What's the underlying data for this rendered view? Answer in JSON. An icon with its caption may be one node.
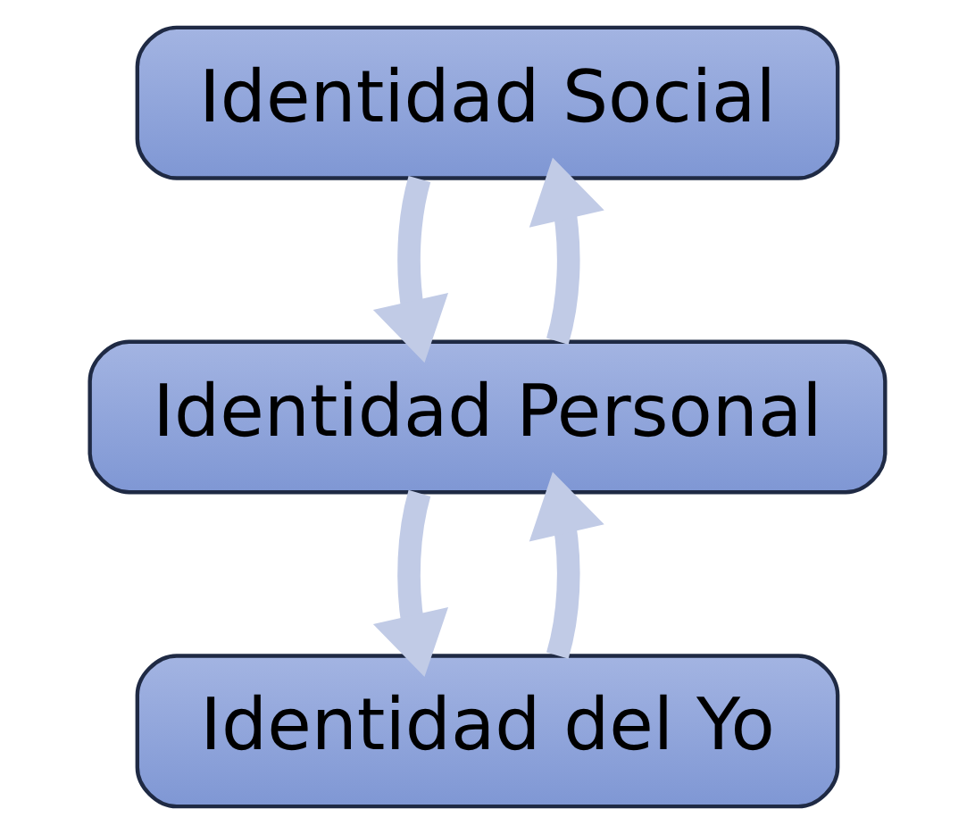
{
  "diagram": {
    "nodes": [
      {
        "text": [
          "Identidad Social"
        ]
      },
      {
        "text": [
          "Identidad Personal"
        ]
      },
      {
        "text": [
          "Identidad del Yo"
        ]
      }
    ],
    "edges": [
      {
        "from": 0,
        "to": 1,
        "arrow": "to"
      },
      {
        "from": 1,
        "to": 0,
        "arrow": "to"
      },
      {
        "from": 1,
        "to": 2,
        "arrow": "to"
      },
      {
        "from": 2,
        "to": 1,
        "arrow": "to"
      }
    ]
  }
}
